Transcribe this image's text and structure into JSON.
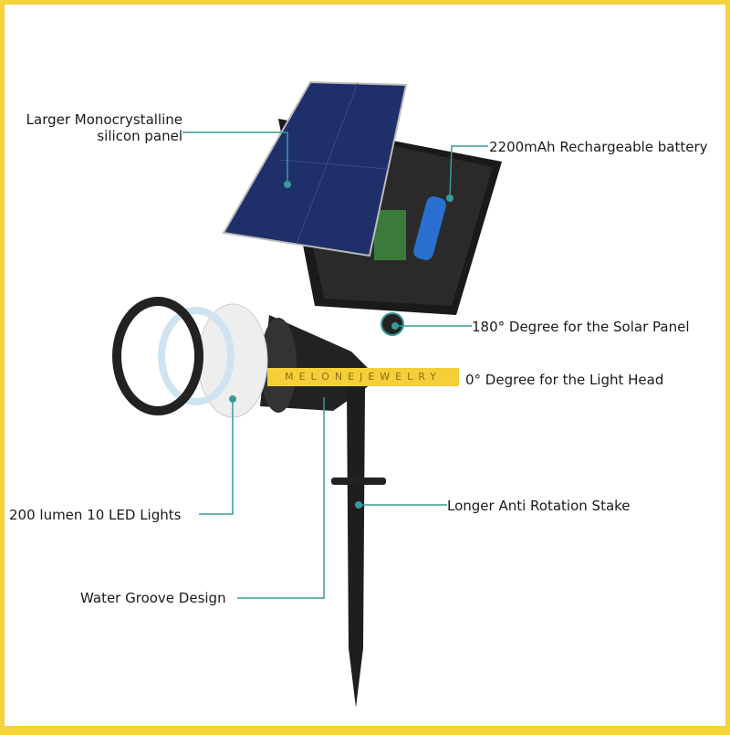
{
  "labels": {
    "panel": [
      "Larger Monocrystalline",
      "silicon panel"
    ],
    "battery": "2200mAh Rechargeable battery",
    "solar_angle": "180° Degree for the Solar Panel",
    "head_angle": "0° Degree for the Light Head",
    "leds": "200 lumen 10 LED Lights",
    "stake": "Longer Anti Rotation Stake",
    "groove": "Water Groove Design"
  },
  "watermark": "MELONEJEWELRY",
  "colors": {
    "frame": "#f5d33a",
    "callout": "#3a9a9a",
    "watermark_bg": "#f5cf3a"
  }
}
